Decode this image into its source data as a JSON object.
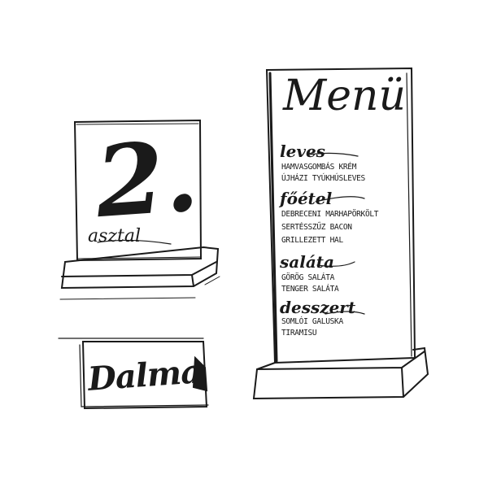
{
  "table_card": {
    "number": "2.",
    "label": "asztal"
  },
  "place_card": {
    "name": "Dalma"
  },
  "menu": {
    "title": "Menü",
    "sections": [
      {
        "heading": "leves",
        "items": [
          "Hamvasgombás krém",
          "Újházi tyúkhúsleves"
        ]
      },
      {
        "heading": "főétel",
        "items": [
          "Debreceni marhapörkölt",
          "Sertésszűz bacon",
          "Grillezett hal"
        ]
      },
      {
        "heading": "saláta",
        "items": [
          "Görög saláta",
          "Tenger saláta"
        ]
      },
      {
        "heading": "desszert",
        "items": [
          "Somlói galuska",
          "Tiramisu"
        ]
      }
    ]
  }
}
